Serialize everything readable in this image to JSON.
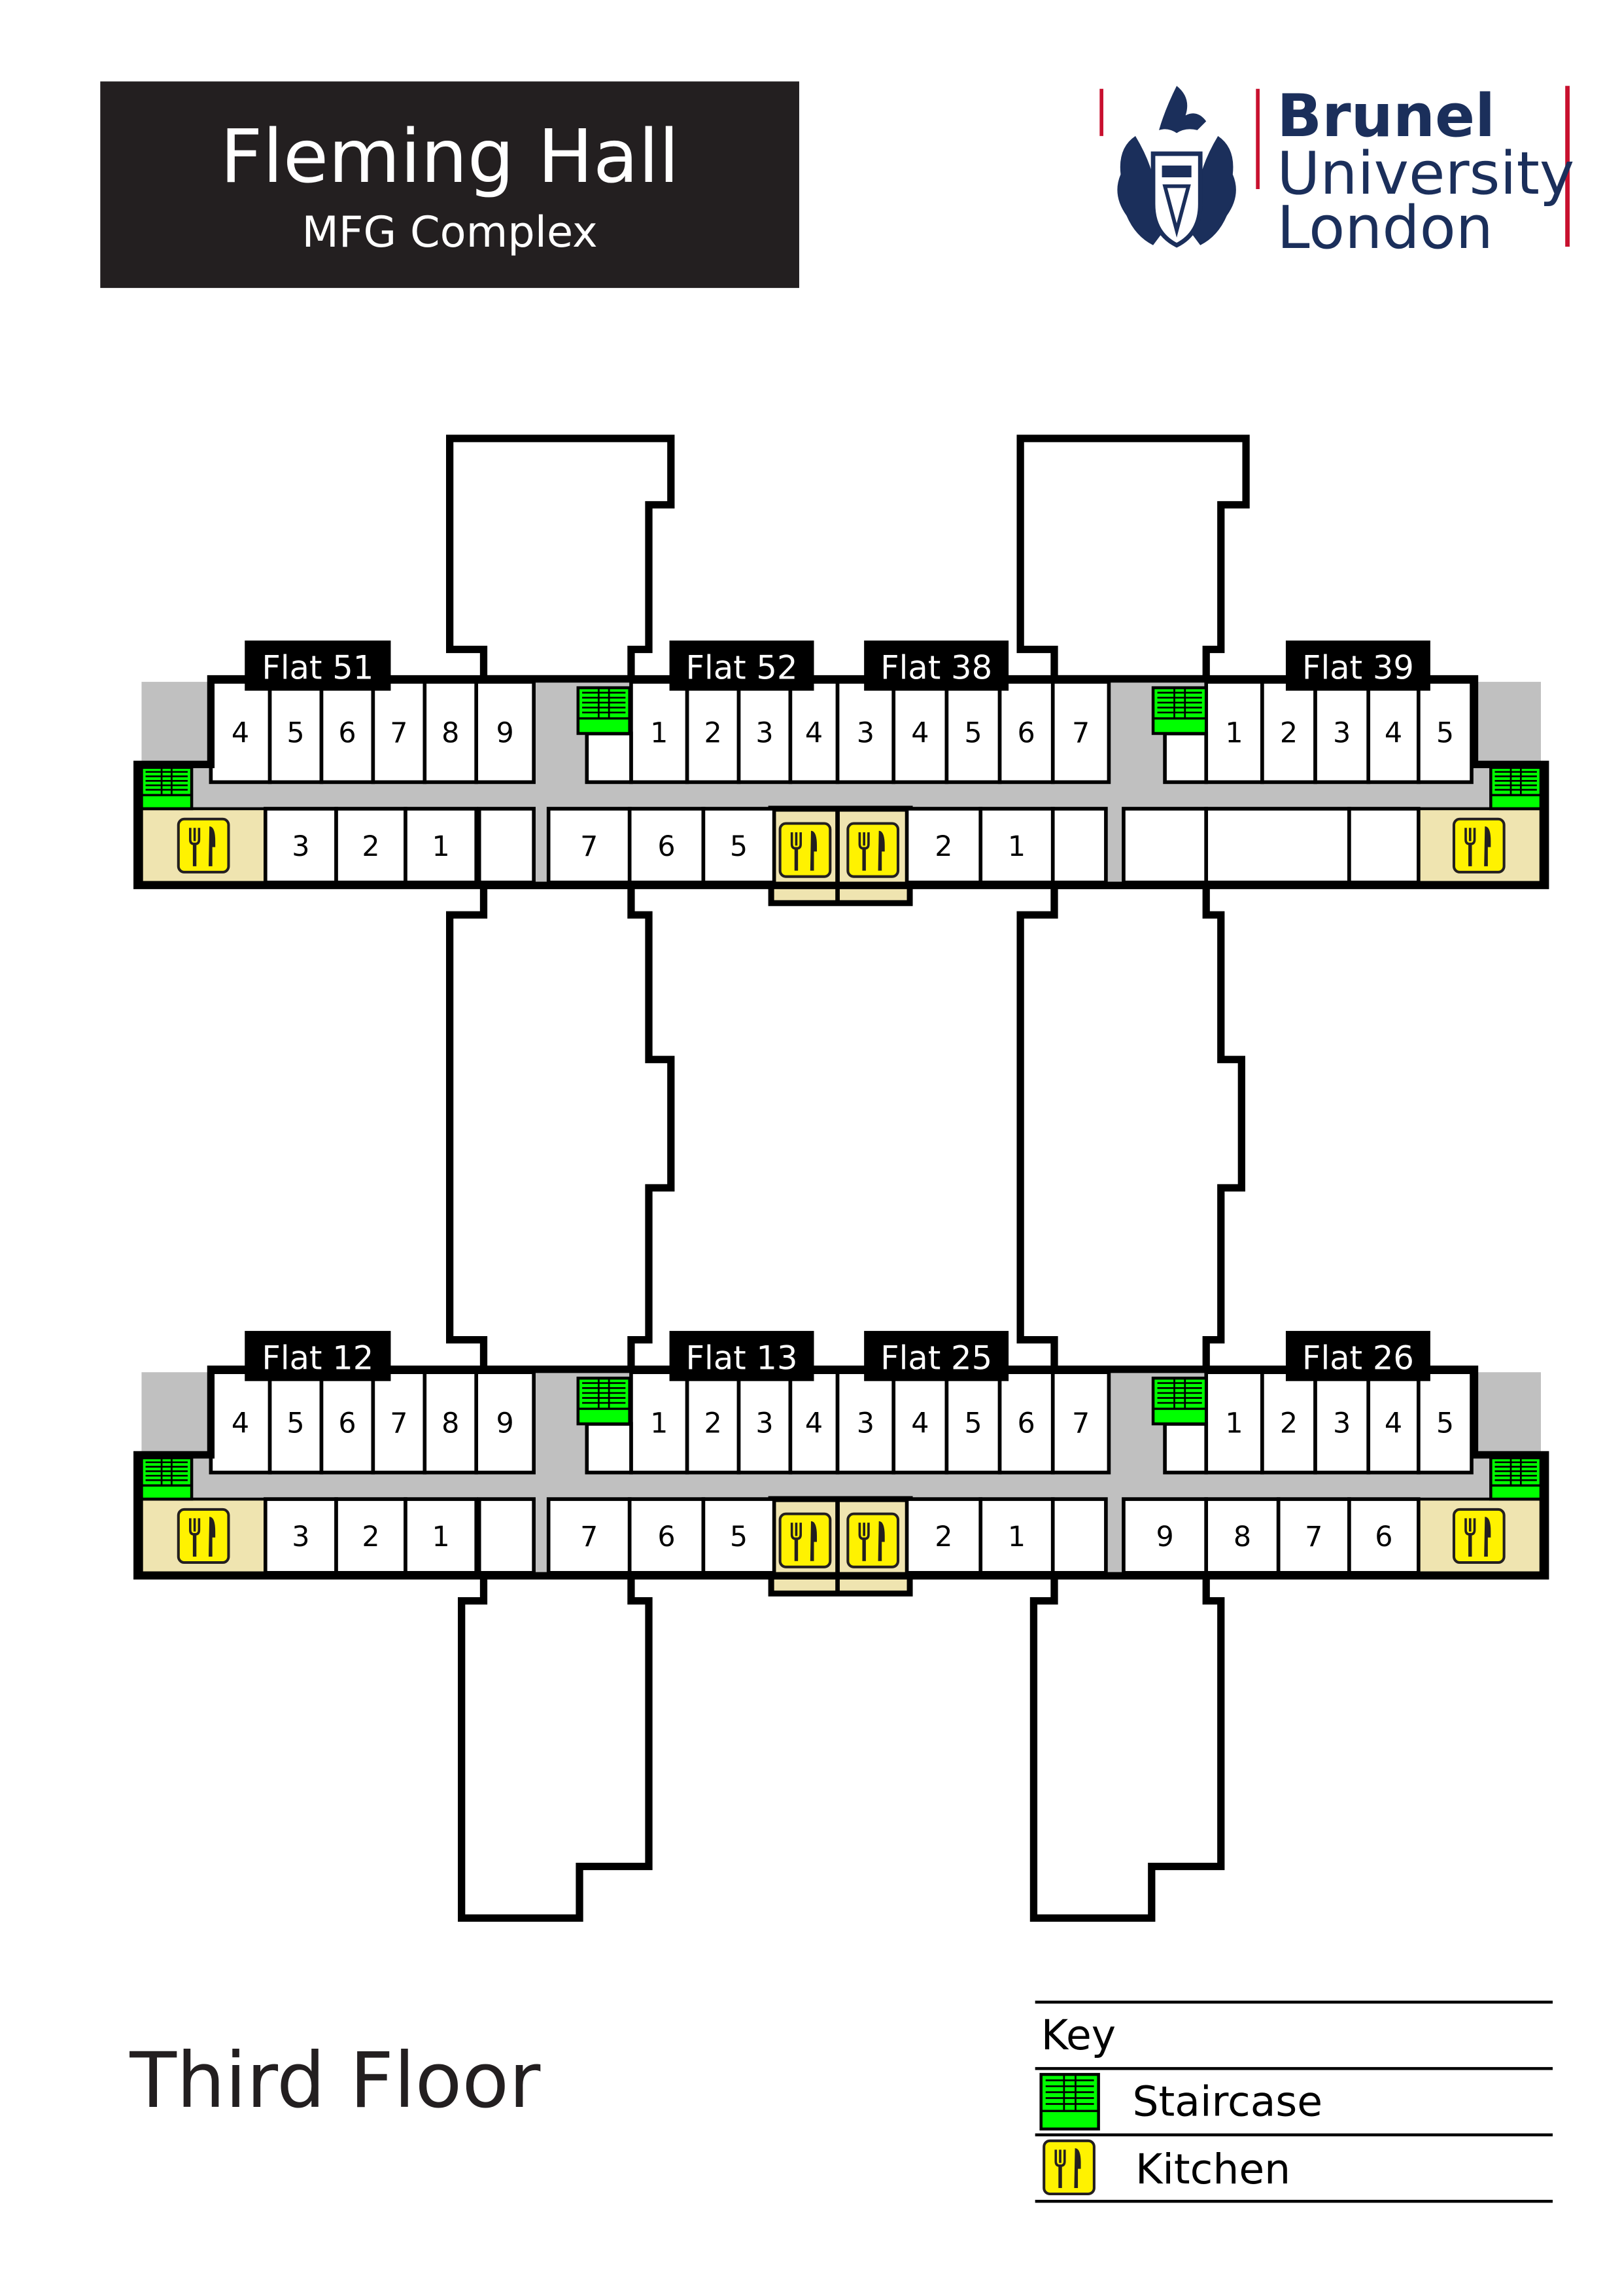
{
  "header": {
    "title": "Fleming Hall",
    "subtitle": "MFG Complex"
  },
  "logo": {
    "line1": "Brunel",
    "line2": "University",
    "line3": "London"
  },
  "floor_label": "Third Floor",
  "key": {
    "title": "Key",
    "items": [
      {
        "label": "Staircase",
        "icon": "staircase-icon"
      },
      {
        "label": "Kitchen",
        "icon": "kitchen-icon"
      }
    ]
  },
  "colors": {
    "corridor": "#c0c0c0",
    "kitchen_bg": "#efe4b0",
    "stair": "#00ff00",
    "kitchen_icon": "#fff200",
    "brand": "#1b2f5b",
    "brand_accent": "#c8102e"
  },
  "wings": [
    {
      "flats": [
        {
          "name": "Flat 51",
          "upper": [
            "4",
            "5",
            "6",
            "7",
            "8",
            "9"
          ],
          "lower": [
            "3",
            "2",
            "1"
          ]
        },
        {
          "name": "Flat 52",
          "upper": [
            "1",
            "2",
            "3",
            "4"
          ],
          "lower": [
            "7",
            "6",
            "5"
          ]
        },
        {
          "name": "Flat 38",
          "upper": [
            "3",
            "4",
            "5",
            "6",
            "7"
          ],
          "lower": [
            "2",
            "1"
          ]
        },
        {
          "name": "Flat 39",
          "upper": [
            "1",
            "2",
            "3",
            "4",
            "5"
          ],
          "lower": [
            "",
            "",
            ""
          ]
        }
      ]
    },
    {
      "flats": [
        {
          "name": "Flat 12",
          "upper": [
            "4",
            "5",
            "6",
            "7",
            "8",
            "9"
          ],
          "lower": [
            "3",
            "2",
            "1"
          ]
        },
        {
          "name": "Flat 13",
          "upper": [
            "1",
            "2",
            "3",
            "4"
          ],
          "lower": [
            "7",
            "6",
            "5"
          ]
        },
        {
          "name": "Flat 25",
          "upper": [
            "3",
            "4",
            "5",
            "6",
            "7"
          ],
          "lower": [
            "2",
            "1"
          ]
        },
        {
          "name": "Flat 26",
          "upper": [
            "1",
            "2",
            "3",
            "4",
            "5"
          ],
          "lower": [
            "9",
            "8",
            "7",
            "6"
          ]
        }
      ]
    }
  ]
}
